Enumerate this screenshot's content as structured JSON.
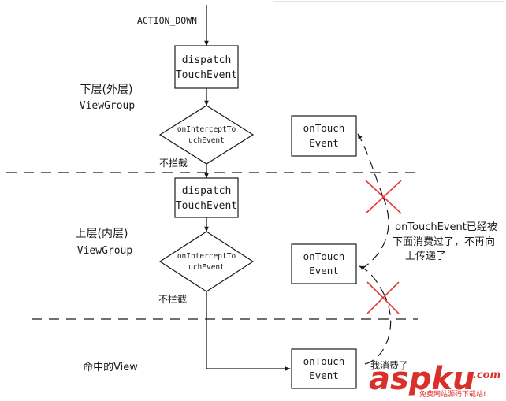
{
  "trigger": "ACTION_DOWN",
  "layers": {
    "outer": {
      "line1": "下层(外层)",
      "line2": "ViewGroup"
    },
    "inner": {
      "line1": "上层(内层)",
      "line2": "ViewGroup"
    },
    "target": "命中的View"
  },
  "nodes": {
    "dispatch_outer": {
      "line1": "dispatch",
      "line2": "TouchEvent"
    },
    "intercept_outer": {
      "line1": "onInterceptTo",
      "line2": "uchEvent"
    },
    "dispatch_inner": {
      "line1": "dispatch",
      "line2": "TouchEvent"
    },
    "intercept_inner": {
      "line1": "onInterceptTo",
      "line2": "uchEvent"
    },
    "ontouch_outer": {
      "line1": "onTouch",
      "line2": "Event"
    },
    "ontouch_inner": {
      "line1": "onTouch",
      "line2": "Event"
    },
    "ontouch_view": {
      "line1": "onTouch",
      "line2": "Event"
    }
  },
  "edge_labels": {
    "no_intercept_outer": "不拦截",
    "no_intercept_inner": "不拦截",
    "consumed": "我消费了"
  },
  "note": {
    "line1": "onTouchEvent已经被",
    "line2": "下面消费过了，不再向",
    "line3": "上传递了"
  },
  "watermark": {
    "logo": "aspku",
    "tld": ".com",
    "caption": "免费网站源码下载站!"
  },
  "colors": {
    "line": "#1a1a1a",
    "cross": "#e53935",
    "watermark": "#d9302c"
  }
}
